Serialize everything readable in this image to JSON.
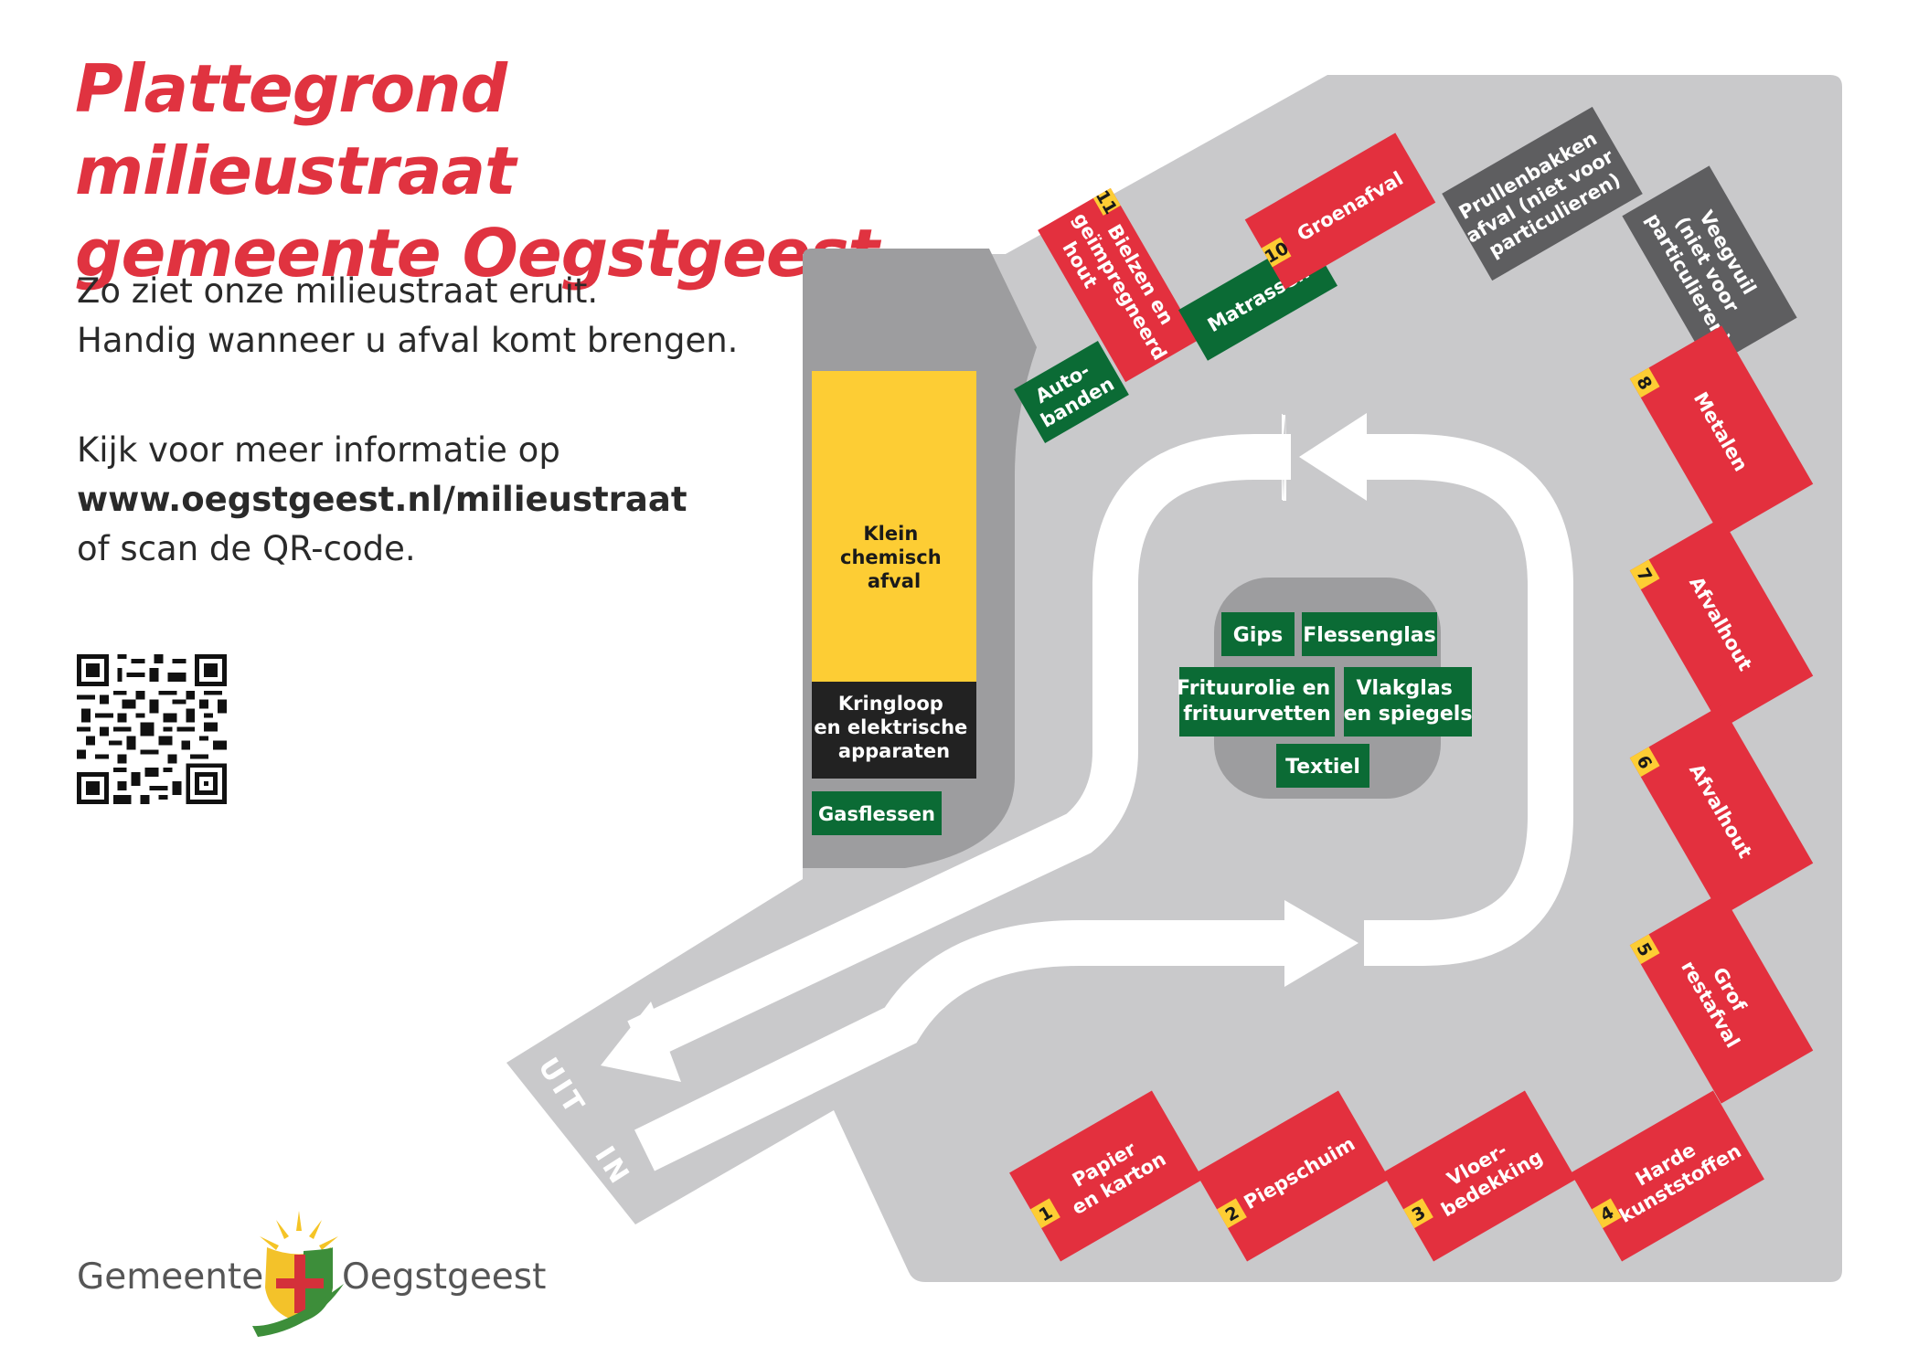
{
  "title": {
    "line1": "Plattegrond milieustraat",
    "line2": "gemeente Oegstgeest"
  },
  "intro": {
    "line1": "Zo ziet onze milieustraat eruit.",
    "line2": "Handig wanneer u afval komt brengen.",
    "line3": "Kijk voor meer informatie op",
    "url": "www.oegstgeest.nl/milieustraat",
    "line4": "of scan de QR-code."
  },
  "logo": {
    "left": "Gemeente",
    "right": "Oegstgeest"
  },
  "colors": {
    "accent_red": "#e03340",
    "container_red": "#e3303e",
    "container_green": "#0b6b35",
    "container_gray": "#5e5e60",
    "container_yellow": "#fdcd34",
    "container_black": "#222222",
    "ground_gray": "#c9c9cb",
    "area_dark_gray": "#9d9d9f",
    "number_badge": "#fdcd34"
  },
  "map": {
    "entrance": {
      "uit": "UIT",
      "in": "IN"
    },
    "depot": {
      "chemical": [
        "Klein",
        "chemisch",
        "afval"
      ],
      "kringloop": [
        "Kringloop",
        "en elektrische",
        "apparaten"
      ],
      "gas": "Gasflessen"
    },
    "island": {
      "gips": "Gips",
      "flessenglas": "Flessenglas",
      "frituur": [
        "Frituurolie en",
        "frituurvetten"
      ],
      "vlakglas": [
        "Vlakglas",
        "en spiegels"
      ],
      "textiel": "Textiel"
    },
    "top_row": {
      "autobanden": [
        "Auto-",
        "banden"
      ],
      "bielzen_number": "11",
      "bielzen": [
        "Bielzen en",
        "geïmpregneerd",
        "hout"
      ],
      "matrassen": "Matrassen",
      "groenafval_number": "10",
      "groenafval": "Groenafval",
      "prullenbakken": [
        "Prullenbakken",
        "afval (niet voor",
        "particulieren)"
      ],
      "veegvuil": [
        "Veegvuil",
        "(niet voor",
        "particulieren)"
      ]
    },
    "right_column": [
      {
        "number": "8",
        "label": [
          "Metalen"
        ]
      },
      {
        "number": "7",
        "label": [
          "Afvalhout"
        ]
      },
      {
        "number": "6",
        "label": [
          "Afvalhout"
        ]
      },
      {
        "number": "5",
        "label": [
          "Grof",
          "restafval"
        ]
      }
    ],
    "bottom_row": [
      {
        "number": "1",
        "label": [
          "Papier",
          "en karton"
        ]
      },
      {
        "number": "2",
        "label": [
          "Piepschuim"
        ]
      },
      {
        "number": "3",
        "label": [
          "Vloer-",
          "bedekking"
        ]
      },
      {
        "number": "4",
        "label": [
          "Harde",
          "kunststoffen"
        ]
      }
    ]
  }
}
